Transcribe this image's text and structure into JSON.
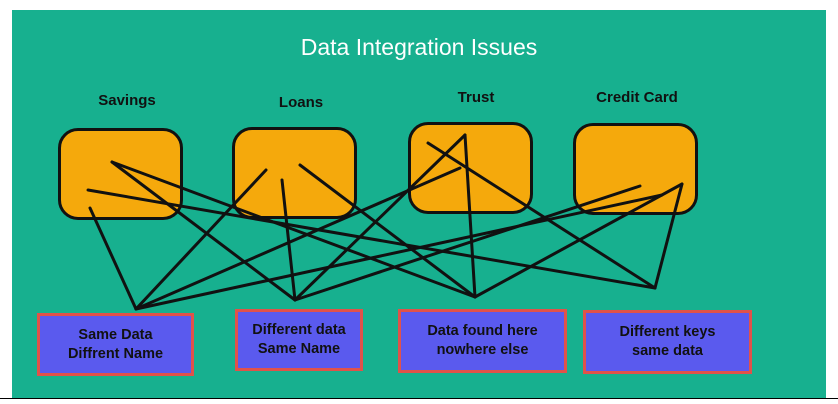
{
  "title": "Data Integration Issues",
  "sources": [
    {
      "label": "Savings"
    },
    {
      "label": "Loans"
    },
    {
      "label": "Trust"
    },
    {
      "label": "Credit Card"
    }
  ],
  "issues": [
    {
      "line1": "Same Data",
      "line2": "Diffrent Name"
    },
    {
      "line1": "Different data",
      "line2": "Same Name"
    },
    {
      "line1": "Data found here",
      "line2": "nowhere else"
    },
    {
      "line1": "Different keys",
      "line2": "same data"
    }
  ],
  "colors": {
    "background": "#17b08f",
    "source_fill": "#f5a90c",
    "issue_fill": "#5a5aee",
    "issue_border": "#e0524a",
    "connector": "#111111"
  }
}
